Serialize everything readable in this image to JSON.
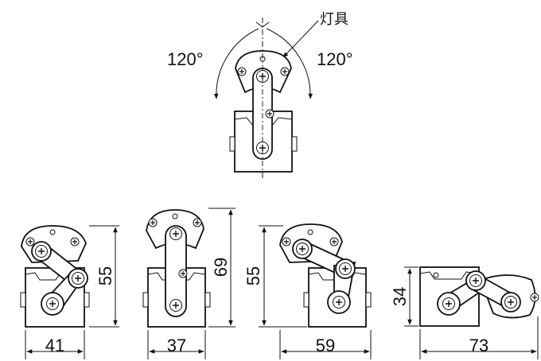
{
  "top_view": {
    "fixture_label": "灯具",
    "angle_left": "120°",
    "angle_right": "120°"
  },
  "positions": [
    {
      "dim_height": "55",
      "dim_width": "41"
    },
    {
      "dim_height": "69",
      "dim_width": "37"
    },
    {
      "dim_height": "55",
      "dim_width": "59"
    },
    {
      "dim_height": "34",
      "dim_width": "73"
    }
  ]
}
